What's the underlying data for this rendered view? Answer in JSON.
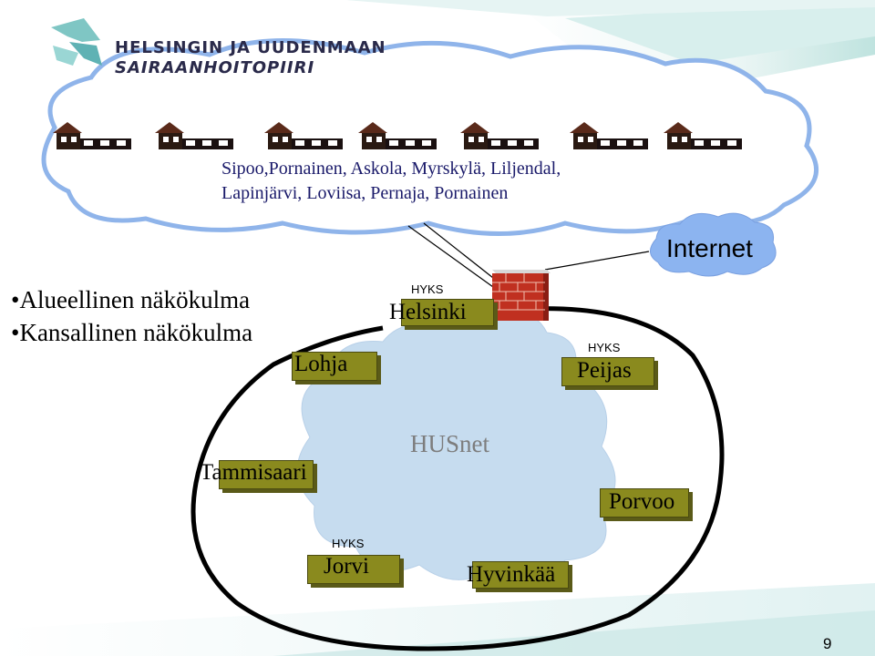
{
  "logo": {
    "line1": "HELSINGIN JA UUDENMAAN",
    "line2": "SAIRAANHOITOPIIRI"
  },
  "municipal_cloud": {
    "line1": "Sipoo,Pornainen, Askola, Myrskylä, Liljendal,",
    "line2": "Lapinjärvi, Loviisa, Pernaja, Pornainen"
  },
  "bullets": [
    "Alueellinen näkökulma",
    "Kansallinen näkökulma"
  ],
  "internet_label": "Internet",
  "network_label": "HUSnet",
  "nodes": {
    "helsinki": {
      "tag": "HYKS",
      "name": "Helsinki"
    },
    "lohja": {
      "name": "Lohja"
    },
    "peijas": {
      "tag": "HYKS",
      "name": "Peijas"
    },
    "tammisaari": {
      "name": "Tammisaari"
    },
    "porvoo": {
      "name": "Porvoo"
    },
    "jorvi": {
      "tag": "HYKS",
      "name": "Jorvi"
    },
    "hyvinkaa": {
      "name": "Hyvinkää"
    }
  },
  "page_number": "9",
  "colors": {
    "node_fill": "#8a8a1e",
    "cloud_outline": "#7aa6e8",
    "husnet_cloud": "#c6dcef",
    "internet_cloud": "#8cb4f0",
    "ring": "#000000",
    "firewall": "#c03020"
  }
}
